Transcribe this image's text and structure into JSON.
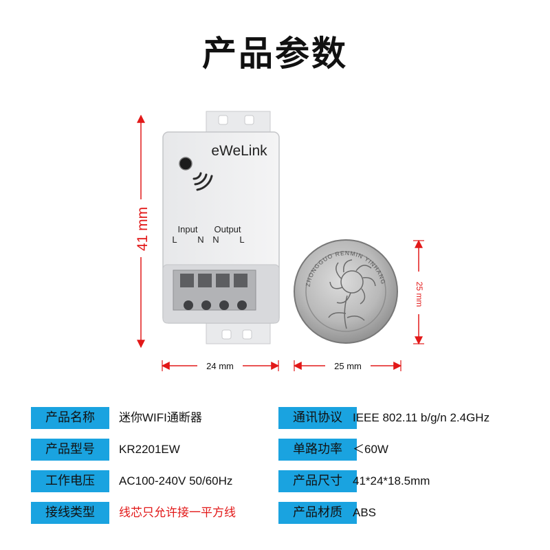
{
  "page": {
    "title": "产品参数"
  },
  "device": {
    "brand": "eWeLink",
    "label_input": "Input",
    "label_output": "Output",
    "term_1": "L",
    "term_2": "N",
    "term_3": "N",
    "term_4": "L"
  },
  "coin": {
    "rim_text": "ZHONGGUO RENMIN YINHANG"
  },
  "dimensions": {
    "height": "41 mm",
    "width": "24 mm",
    "coin_diameter": "25 mm",
    "coin_height": "25 mm"
  },
  "colors": {
    "accent": "#1aa3e0",
    "dimension_red": "#e21818"
  },
  "specs": [
    {
      "left_label": "产品名称",
      "left_value": "迷你WIFI通断器",
      "right_label": "通讯协议",
      "right_value": "IEEE 802.11 b/g/n 2.4GHz"
    },
    {
      "left_label": "产品型号",
      "left_value": "KR2201EW",
      "right_label": "单路功率",
      "right_value": "＜60W"
    },
    {
      "left_label": "工作电压",
      "left_value": "AC100-240V 50/60Hz",
      "right_label": "产品尺寸",
      "right_value": "41*24*18.5mm"
    },
    {
      "left_label": "接线类型",
      "left_value": "线芯只允许接一平方线",
      "right_label": "产品材质",
      "right_value": "ABS"
    }
  ]
}
